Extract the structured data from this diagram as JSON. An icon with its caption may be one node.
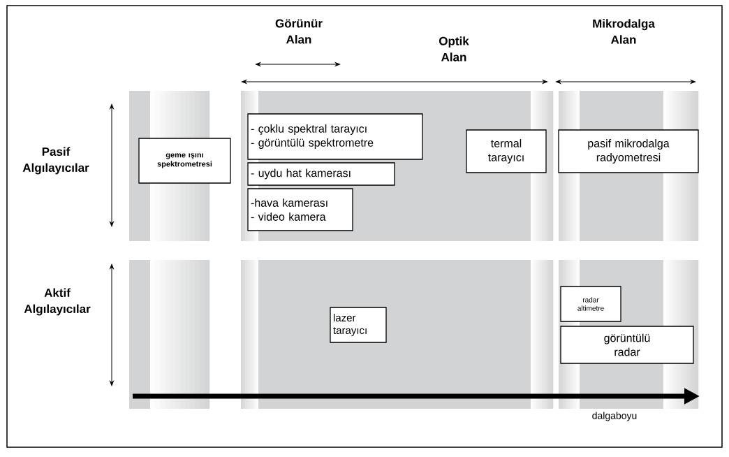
{
  "diagram": {
    "nodes": [
      {
        "text": [
          "geme ışını spektrometresi"
        ]
      },
      {
        "text": [
          "- çoklu spektral tarayıcı",
          "- görüntülü spektrometre"
        ]
      },
      {
        "text": [
          "- uydu hat kamerası"
        ]
      },
      {
        "text": [
          "-hava kamerası",
          "- video kamera"
        ]
      },
      {
        "text": [
          "termal tarayıcı"
        ]
      },
      {
        "text": [
          "pasif mikrodalga radyometresi"
        ]
      },
      {
        "text": [
          "lazer tarayıcı"
        ]
      },
      {
        "text": [
          "radar altimetre"
        ]
      },
      {
        "text": [
          "görüntülü radar"
        ]
      }
    ],
    "labels": [
      "Görünür Alan",
      "Optik Alan",
      "Mikrodalga Alan",
      "Pasif Algılayıcılar",
      "Aktif Algılayıcılar",
      "dalgaboyu"
    ]
  }
}
